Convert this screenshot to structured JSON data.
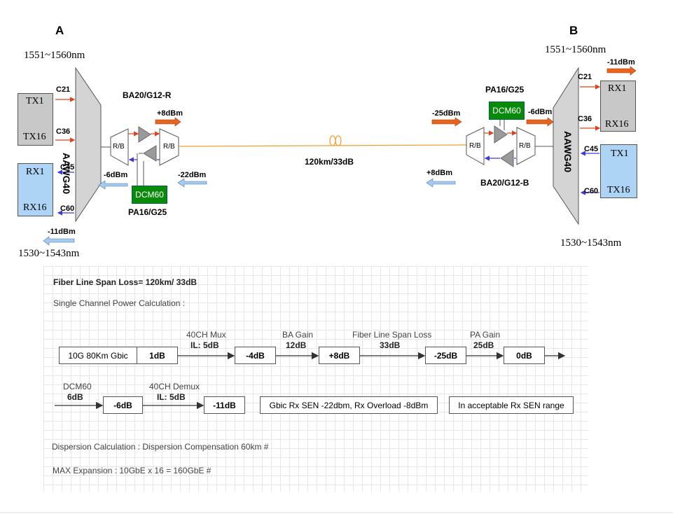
{
  "site_a": {
    "label": "A",
    "band_top": "1551~1560nm",
    "band_bottom": "1530~1543nm",
    "tx_top": "TX1",
    "tx_bottom": "TX16",
    "rx_top": "RX1",
    "rx_bottom": "RX16",
    "ch_c21": "C21",
    "ch_c36": "C36",
    "ch_c45": "C45",
    "ch_c60": "C60",
    "mux_label": "AAWG40",
    "rx_power": "-11dBm",
    "amp_ba": "BA20/G12-R",
    "amp_pa": "PA16/G25",
    "dcm": "DCM60",
    "rb_left": "R/B",
    "rb_right": "R/B",
    "out_power": "+8dBm",
    "in_power_pa": "-6dBm",
    "in_power_line": "-22dBm"
  },
  "site_b": {
    "label": "B",
    "band_top": "1551~1560nm",
    "band_bottom": "1530~1543nm",
    "rx_top": "RX1",
    "rx_bottom": "RX16",
    "tx_top": "TX1",
    "tx_bottom": "TX16",
    "ch_c21": "C21",
    "ch_c36": "C36",
    "ch_c45": "C45",
    "ch_c60": "C60",
    "mux_label": "AAWG40",
    "rx_power": "-11dBm",
    "amp_pa": "PA16/G25",
    "amp_ba": "BA20/G12-B",
    "dcm": "DCM60",
    "rb_left": "R/B",
    "rb_right": "R/B",
    "in_power_line": "-25dBm",
    "pa_out": "-6dBm",
    "out_power": "+8dBm"
  },
  "fiber": {
    "label": "120km/33dB"
  },
  "calc": {
    "title": "Fiber Line Span Loss= 120km/ 33dB",
    "subtitle": "Single Channel Power Calculation :",
    "row1": {
      "gbic": "10G 80Km Gbic",
      "start": "1dB",
      "mux_name": "40CH Mux",
      "mux_il": "IL: 5dB",
      "v1": "-4dB",
      "ba_name": "BA Gain",
      "ba_gain": "12dB",
      "v2": "+8dB",
      "span_name": "Fiber Line Span Loss",
      "span_loss": "33dB",
      "v3": "-25dB",
      "pa_name": "PA Gain",
      "pa_gain": "25dB",
      "v4": "0dB"
    },
    "row2": {
      "dcm_name": "DCM60",
      "dcm_loss": "6dB",
      "v5": "-6dB",
      "demux_name": "40CH Demux",
      "demux_il": "IL: 5dB",
      "v6": "-11dB",
      "sen": "Gbic Rx SEN -22dbm, Rx Overload -8dBm",
      "range": "In acceptable Rx SEN range"
    },
    "dispersion": "Dispersion Calculation : Dispersion Compensation 60km #",
    "expansion": "MAX Expansion :  10GbE x 16 = 160GbE #"
  }
}
